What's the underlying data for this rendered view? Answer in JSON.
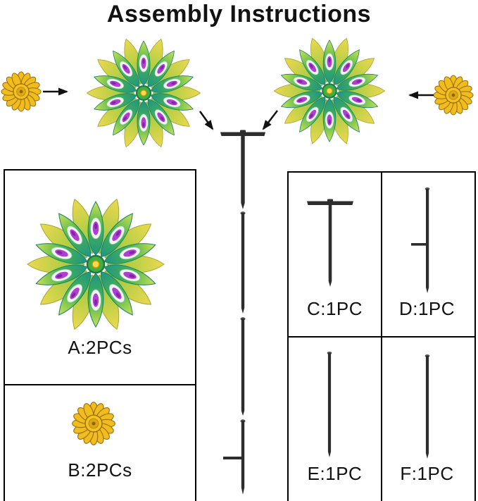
{
  "title": "Assembly Instructions",
  "parts": {
    "a": {
      "label": "A:2PCs",
      "graphic": "flower-spinner"
    },
    "b": {
      "label": "B:2PCs",
      "graphic": "gold-flower-cap"
    },
    "c": {
      "label": "C:1PC",
      "graphic": "t-bar-pole-section"
    },
    "d": {
      "label": "D:1PC",
      "graphic": "ground-stake-section"
    },
    "e": {
      "label": "E:1PC",
      "graphic": "pole-section"
    },
    "f": {
      "label": "F:1PC",
      "graphic": "pole-section"
    }
  },
  "colors": {
    "background": "#ffffff",
    "text": "#121212",
    "panel_border": "#000000",
    "petal_teal": "#1f9488",
    "petal_green": "#4cb848",
    "petal_tip_yellow": "#cfe05a",
    "back_petal_yellow": "#ecd94f",
    "eye_white": "#f0f7ee",
    "gem_purple": "#b13ed3",
    "gold": "#f0bc1e",
    "gold_dark": "#9a6c08",
    "pole": "#2d2d2d",
    "arrow": "#111111"
  }
}
